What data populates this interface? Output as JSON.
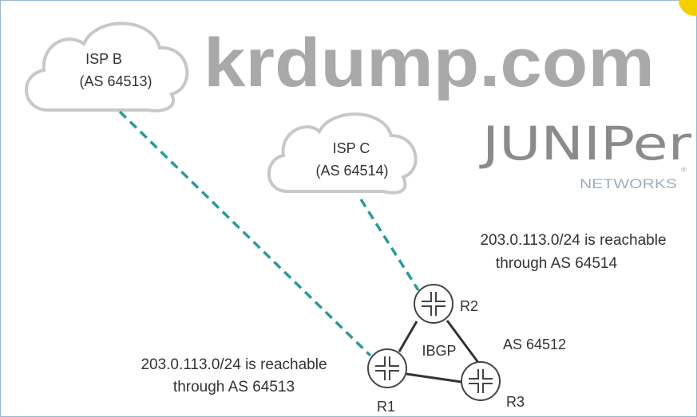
{
  "clouds": [
    {
      "name": "ISP B",
      "as": "(AS 64513)"
    },
    {
      "name": "ISP C",
      "as": "(AS 64514)"
    }
  ],
  "routers": [
    "R1",
    "R2",
    "R3"
  ],
  "ibgp_label": "IBGP",
  "as_label": "AS 64512",
  "notes": [
    {
      "line1": "203.0.113.0/24 is reachable",
      "line2": "through AS 64513"
    },
    {
      "line1": "203.0.113.0/24 is reachable",
      "line2": "through AS 64514"
    }
  ],
  "watermark": "krdump.com",
  "logo": {
    "word": "JUNIPer",
    "sub": "NETWORKS"
  },
  "colors": {
    "link": "#2a9a9a",
    "cloud": "#c8c8c8",
    "watermark": "#9a9a9a",
    "accent": "#f5d000"
  }
}
